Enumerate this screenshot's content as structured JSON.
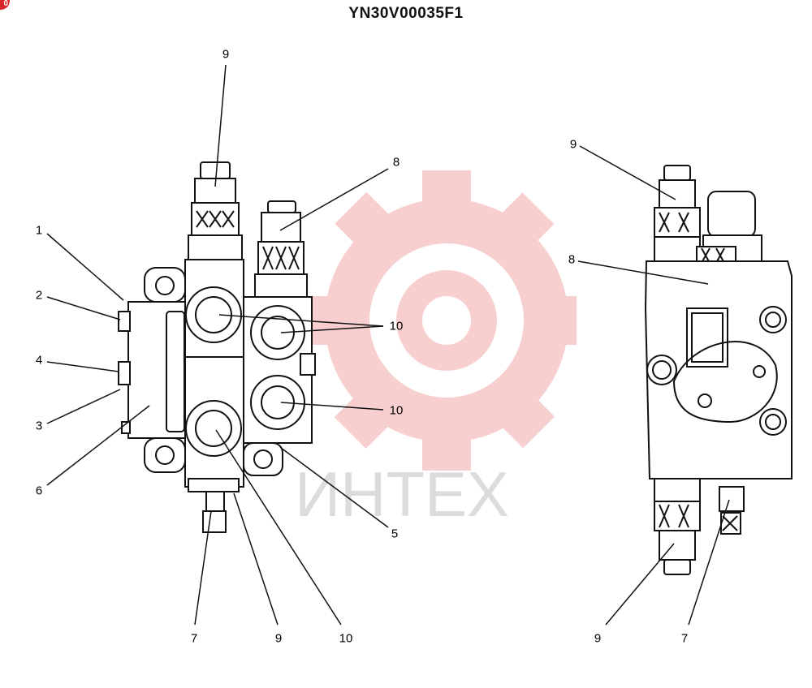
{
  "title": "YN30V00035F1",
  "corner_badge": "0",
  "watermark": {
    "text": "ИНТЕХ",
    "color": "#f3a9a9",
    "text_color": "#d8d8d8"
  },
  "callouts": {
    "c1": "1",
    "c2": "2",
    "c4": "4",
    "c3": "3",
    "c6": "6",
    "c9_top": "9",
    "c8_top": "8",
    "c10_a": "10",
    "c10_b": "10",
    "c5": "5",
    "c7": "7",
    "c9_bottom": "9",
    "c10_bottom": "10",
    "r9_top": "9",
    "r8": "8",
    "r9_bottom": "9",
    "r7": "7"
  },
  "colors": {
    "line": "#111111",
    "background": "#ffffff",
    "accent": "#d9262b"
  }
}
